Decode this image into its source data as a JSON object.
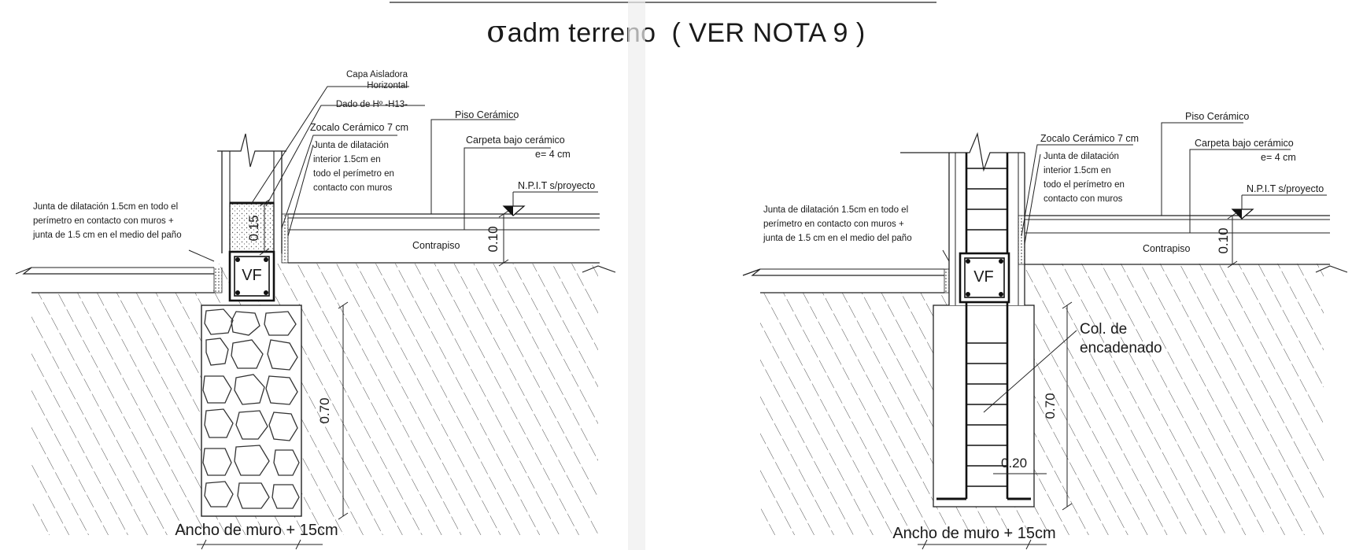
{
  "title": {
    "sigma": "σ",
    "text": "adm terreno",
    "note": "( VER NOTA 9 )"
  },
  "left": {
    "capa_aisladora_1": "Capa Aisladora",
    "capa_aisladora_2": "Horizontal",
    "dado": "Dado de Hº -H13-",
    "piso": "Piso Cerámico",
    "zocalo": "Zocalo Cerámico 7 cm",
    "junta_int_1": "Junta de dilatación",
    "junta_int_2": "interior 1.5cm en",
    "junta_int_3": "todo el perímetro en",
    "junta_int_4": "contacto con muros",
    "carpeta_1": "Carpeta bajo cerámico",
    "carpeta_2": "e= 4 cm",
    "npit": "N.P.I.T s/proyecto",
    "junta_ext_1": "Junta de dilatación 1.5cm en todo el",
    "junta_ext_2": "perímetro en contacto con muros +",
    "junta_ext_3": "junta  de 1.5 cm en el medio del paño",
    "contrapiso": "Contrapiso",
    "dim_015": "0.15",
    "dim_010": "0.10",
    "dim_070": "0.70",
    "vf": "VF",
    "ancho": "Ancho de muro + 15cm"
  },
  "right": {
    "piso": "Piso Cerámico",
    "zocalo": "Zocalo Cerámico 7 cm",
    "junta_int_1": "Junta de dilatación",
    "junta_int_2": "interior 1.5cm en",
    "junta_int_3": "todo el perímetro en",
    "junta_int_4": "contacto con muros",
    "carpeta_1": "Carpeta bajo cerámico",
    "carpeta_2": "e= 4 cm",
    "npit": "N.P.I.T s/proyecto",
    "junta_ext_1": "Junta de dilatación 1.5cm en todo el",
    "junta_ext_2": "perímetro en contacto con muros +",
    "junta_ext_3": "junta  de 1.5 cm en el medio del paño",
    "contrapiso": "Contrapiso",
    "dim_010": "0.10",
    "dim_070": "0.70",
    "dim_020": "0.20",
    "vf": "VF",
    "col_1": "Col. de",
    "col_2": "encadenado",
    "ancho": "Ancho de muro + 15cm"
  }
}
